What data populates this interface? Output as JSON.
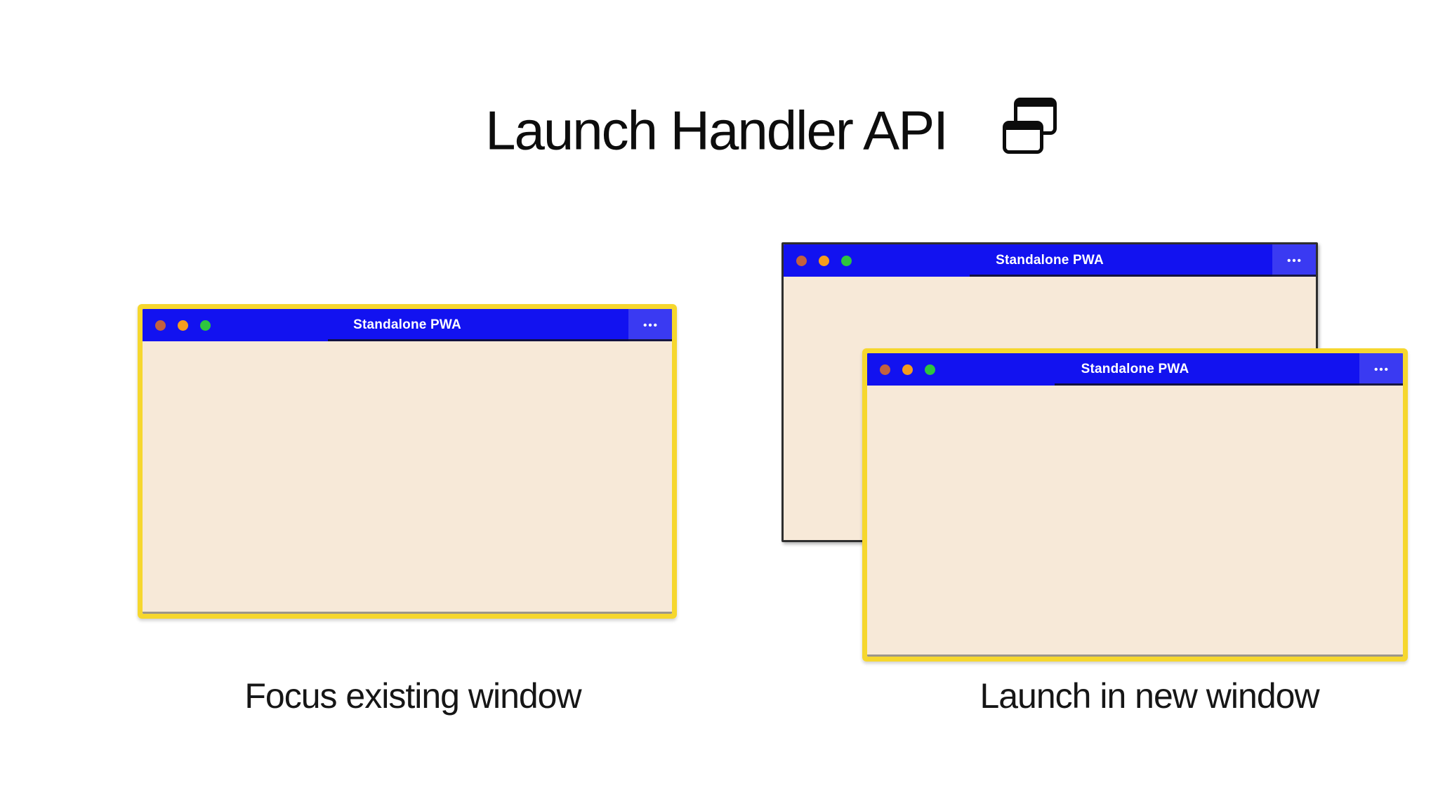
{
  "slide": {
    "title": "Launch Handler API",
    "captions": {
      "focus": "Focus existing window",
      "new_window": "Launch in new window"
    }
  },
  "icons": {
    "title_icon": "overlapping-windows-icon",
    "window_menu": "•••"
  },
  "windows": [
    {
      "id": "focus-existing",
      "title": "Standalone PWA",
      "menu_label": "•••",
      "frame": "yellow-highlight"
    },
    {
      "id": "background-original",
      "title": "Standalone PWA",
      "menu_label": "•••",
      "frame": "dark"
    },
    {
      "id": "new-foreground",
      "title": "Standalone PWA",
      "menu_label": "•••",
      "frame": "yellow-highlight"
    }
  ],
  "colors": {
    "titlebar_blue": "#1212f0",
    "menu_button_blue": "#3a3af2",
    "window_body_cream": "#f7e9d8",
    "highlight_yellow": "#f6d72e",
    "back_window_border": "#2e2e2e",
    "traffic_red": "#c2613f",
    "traffic_orange": "#f69c1c",
    "traffic_green": "#2ec53e",
    "text_black": "#161616"
  }
}
